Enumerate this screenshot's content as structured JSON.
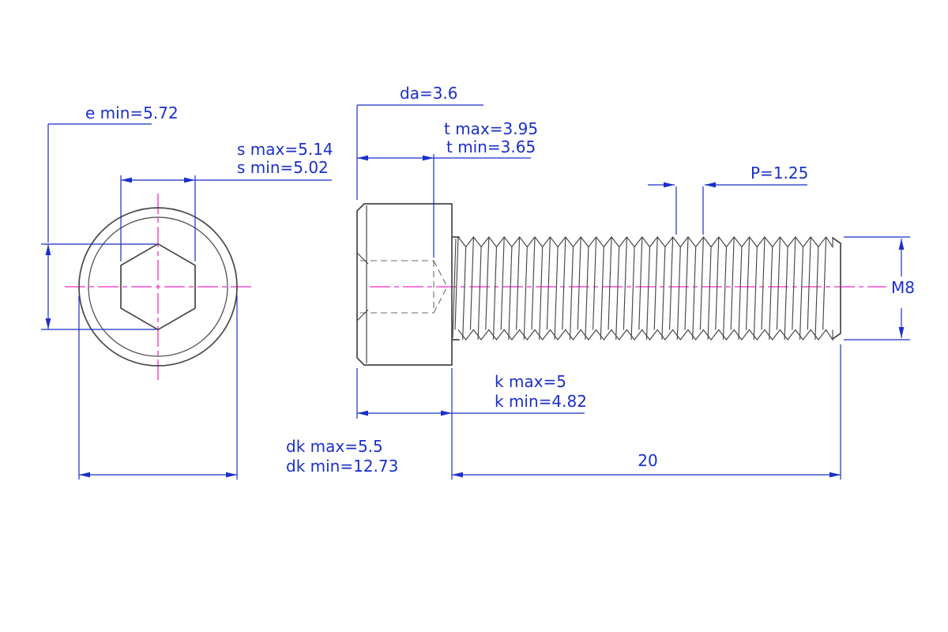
{
  "colors": {
    "dimension_blue": "#1b2fc8",
    "centerline_magenta": "#f02cc8",
    "outline_gray": "#474747",
    "background": "#ffffff"
  },
  "front_view": {
    "e_label": "e min=5.72",
    "s_max_label": "s max=5.14",
    "s_min_label": "s min=5.02",
    "dk_max_label": "dk max=5.5",
    "dk_min_label": "dk min=12.73"
  },
  "side_view": {
    "da_label": "da=3.6",
    "t_max_label": "t max=3.95",
    "t_min_label": "t min=3.65",
    "p_label": "P=1.25",
    "thread_size_label": "M8",
    "k_max_label": "k max=5",
    "k_min_label": "k min=4.82",
    "length_label": "20"
  }
}
